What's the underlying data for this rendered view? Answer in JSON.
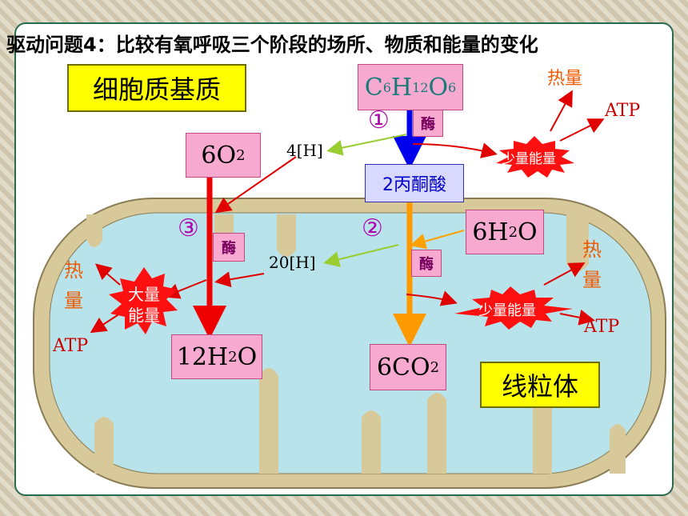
{
  "title": "驱动问题4：比较有氧呼吸三个阶段的场所、物质和能量的变化",
  "labels": {
    "cytoplasm": "细胞质基质",
    "glucose_c": "C",
    "glucose_6a": "6",
    "glucose_h": "H",
    "glucose_12": "12",
    "glucose_o": "O",
    "glucose_6b": "6",
    "o2_6": "6O",
    "o2_sub": "2",
    "pyruvate": "2丙酮酸",
    "water6_a": "6H",
    "water6_sub": "2",
    "water6_b": "O",
    "water12_a": "12H",
    "water12_sub": "2",
    "water12_b": "O",
    "co2_a": "6CO",
    "co2_sub": "2",
    "mitochondria": "线粒体",
    "enzyme": "酶",
    "step1": "①",
    "step2": "②",
    "step3": "③",
    "h4": "4[H]",
    "h20": "20[H]",
    "small_energy": "少量能量",
    "big_energy_1": "大量",
    "big_energy_2": "能量",
    "heat": "热量",
    "heat_1": "热",
    "heat_2": "量",
    "atp": "ATP"
  }
}
